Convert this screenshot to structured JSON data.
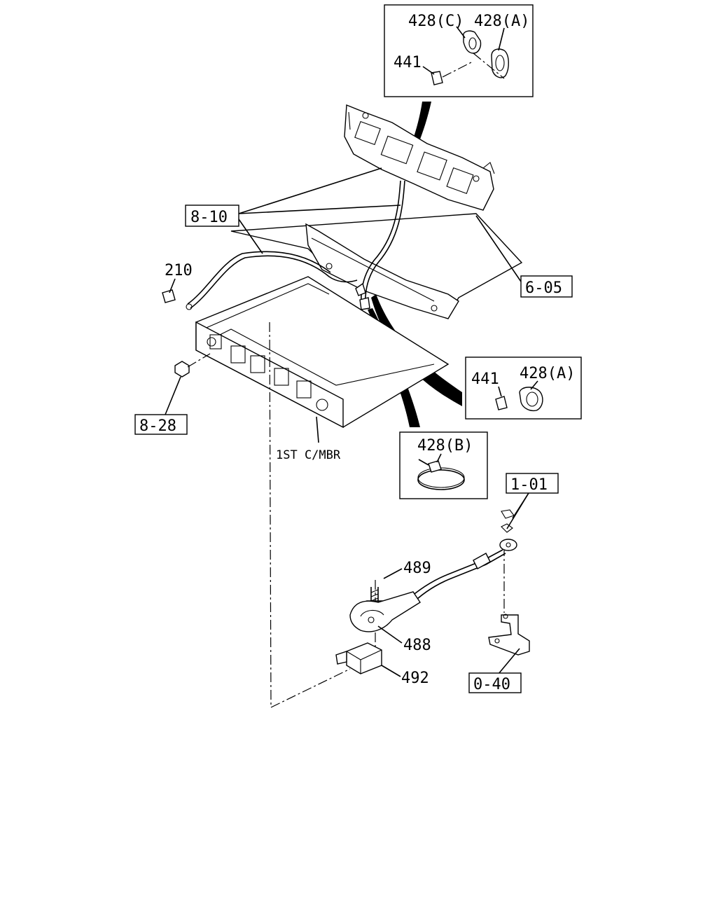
{
  "labels": {
    "p428c_top": "428(C)",
    "p428a_top": "428(A)",
    "p441_top": "441",
    "ref_810": "8-10",
    "ref_605": "6-05",
    "p210": "210",
    "p441_mid": "441",
    "p428a_mid": "428(A)",
    "ref_828": "8-28",
    "p428b": "428(B)",
    "crossmember": "1ST C/MBR",
    "ref_101": "1-01",
    "p489": "489",
    "p488": "488",
    "p492": "492",
    "ref_040": "0-40"
  }
}
